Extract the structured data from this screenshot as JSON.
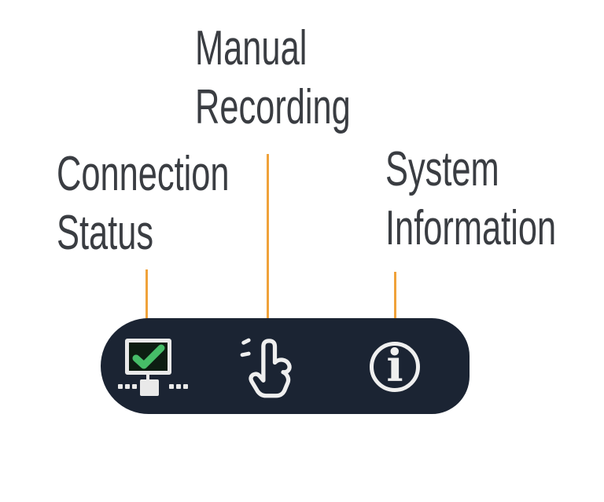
{
  "callouts": [
    {
      "lines": [
        "Connection",
        "Status"
      ]
    },
    {
      "lines": [
        "Manual",
        "Recording"
      ]
    },
    {
      "lines": [
        "System",
        "Information"
      ]
    }
  ],
  "toolbar": {
    "buttons": [
      {
        "icon": "monitor-check-network-icon"
      },
      {
        "icon": "tap-hand-icon"
      },
      {
        "icon": "info-circle-icon",
        "glyph": "i"
      }
    ]
  },
  "colors": {
    "background": "#FFFFFF",
    "label_text": "#3A3D42",
    "leader_line": "#F0A23A",
    "toolbar_background": "#1B2433",
    "icon_stroke": "#EFEFEF",
    "check_green": "#46BD68",
    "monitor_screen": "#0D1D12"
  }
}
